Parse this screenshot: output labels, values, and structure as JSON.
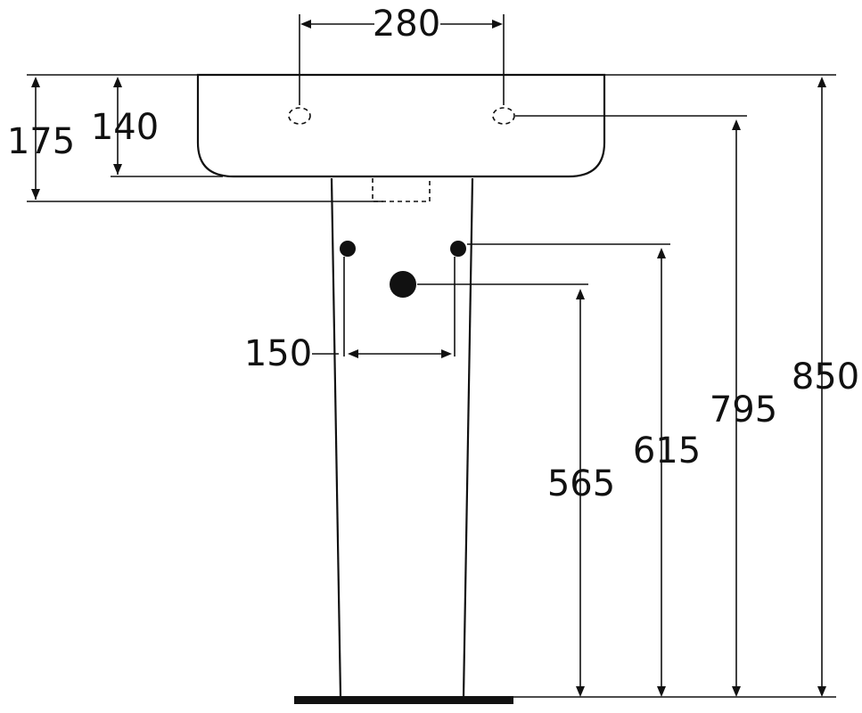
{
  "dimensions": {
    "tap_hole_spacing": "280",
    "overall_basin_depth": "175",
    "basin_depth": "140",
    "supply_spacing": "150",
    "tap_hole_height": "795",
    "supply_height": "615",
    "waste_height": "565",
    "overall_height": "850"
  }
}
